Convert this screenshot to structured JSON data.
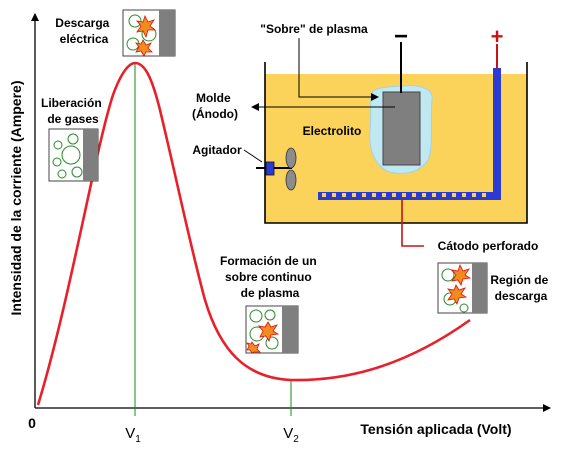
{
  "axes": {
    "y_label": "Intensidad de la corriente (Ampere)",
    "x_label": "Tensión aplicada (Volt)",
    "origin": "0",
    "v1": "V",
    "v1_sub": "1",
    "v2": "V",
    "v2_sub": "2"
  },
  "annotations": {
    "descarga_electrica": [
      "Descarga",
      "eléctrica"
    ],
    "liberacion_gases": [
      "Liberación",
      "de gases"
    ],
    "formacion_sobre": [
      "Formación de un",
      "sobre continuo",
      "de plasma"
    ],
    "region_descarga": [
      "Región de",
      "descarga"
    ]
  },
  "cell": {
    "sobre_plasma": "\"Sobre\" de plasma",
    "minus": "−",
    "plus": "+",
    "molde": [
      "Molde",
      "(Ánodo)"
    ],
    "electrolito": "Electrolito",
    "agitador": "Agitador",
    "catodo": "Cátodo perforado"
  },
  "colors": {
    "curve": "#e8202a",
    "guide": "#1a8a1a",
    "electrolyte": "#fbd25a",
    "cathode": "#2b3bd1",
    "anode": "#7f7f7f",
    "plasma": "#bfe8f2",
    "leader": "#c81414"
  }
}
